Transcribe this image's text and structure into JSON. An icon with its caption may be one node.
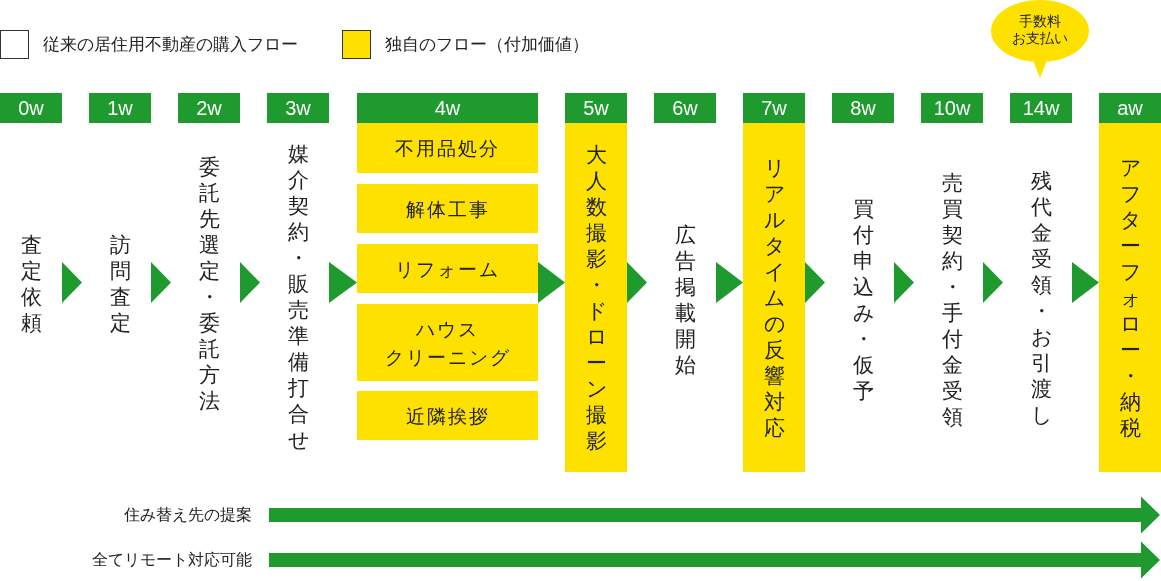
{
  "diagram": {
    "nodes": [
      {
        "text": [
          "手数料お支払い"
        ]
      },
      {
        "text": [
          "0w"
        ]
      },
      {
        "text": [
          "1w"
        ]
      },
      {
        "text": [
          "2w"
        ]
      },
      {
        "text": [
          "3w"
        ]
      },
      {
        "text": [
          "4w"
        ]
      },
      {
        "text": [
          "5w"
        ]
      },
      {
        "text": [
          "6w"
        ]
      },
      {
        "text": [
          "7w"
        ]
      },
      {
        "text": [
          "8w"
        ]
      },
      {
        "text": [
          "10w"
        ]
      },
      {
        "text": [
          "14w"
        ]
      },
      {
        "text": [
          "aw"
        ]
      },
      {
        "text": [
          "査定依頼"
        ]
      },
      {
        "text": [
          "訪問査定"
        ]
      },
      {
        "text": [
          "委託先選定・委託方法"
        ]
      },
      {
        "text": [
          "媒介契約・販売準備打合せ"
        ]
      },
      {
        "text": [
          "不用品処分"
        ]
      },
      {
        "text": [
          "解体工事"
        ]
      },
      {
        "text": [
          "リフォーム"
        ]
      },
      {
        "text": [
          "ハウスクリーニング"
        ]
      },
      {
        "text": [
          "近隣挨拶"
        ]
      },
      {
        "text": [
          "大人数撮影・ドローン撮影"
        ]
      },
      {
        "text": [
          "広告掲載開始"
        ]
      },
      {
        "text": [
          "リアルタイムの反響対応"
        ]
      },
      {
        "text": [
          "買付申込み・仮予"
        ]
      },
      {
        "text": [
          "売買契約・手付金受領"
        ]
      },
      {
        "text": [
          "残代金受領・お引渡し"
        ]
      },
      {
        "text": [
          "アフターフォロー・納税"
        ]
      },
      {
        "text": [
          "住み替え先の提案"
        ]
      },
      {
        "text": [
          "全てリモート対応可能"
        ]
      }
    ],
    "edges": [
      {
        "from": 13,
        "to": 14,
        "arrow": "to"
      },
      {
        "from": 14,
        "to": 15,
        "arrow": "to"
      },
      {
        "from": 15,
        "to": 16,
        "arrow": "to"
      },
      {
        "from": 16,
        "to": 19,
        "arrow": "to"
      },
      {
        "from": 19,
        "to": 22,
        "arrow": "to"
      },
      {
        "from": 22,
        "to": 23,
        "arrow": "to"
      },
      {
        "from": 23,
        "to": 24,
        "arrow": "to"
      },
      {
        "from": 24,
        "to": 25,
        "arrow": "to"
      },
      {
        "from": 25,
        "to": 26,
        "arrow": "to"
      },
      {
        "from": 26,
        "to": 27,
        "arrow": "to"
      },
      {
        "from": 27,
        "to": 28,
        "arrow": "to"
      },
      {
        "from": 29,
        "to": null,
        "arrow": "to"
      },
      {
        "from": 30,
        "to": null,
        "arrow": "to"
      }
    ],
    "legend": [
      {
        "text": "従来の居住用不動産の購入フロー",
        "color": "#ffffff"
      },
      {
        "text": "独自のフロー（付加価値）",
        "color": "#ffe100"
      }
    ]
  }
}
